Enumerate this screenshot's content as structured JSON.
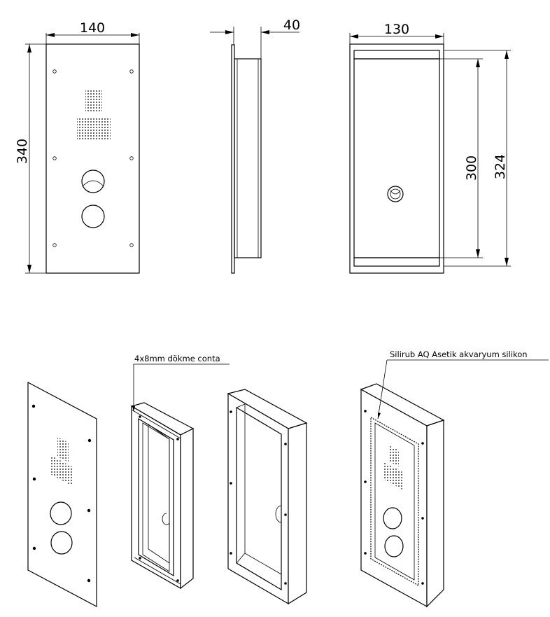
{
  "dimensions": {
    "front_width": "140",
    "front_height": "340",
    "side_depth": "40",
    "back_width": "130",
    "back_inner_height": "300",
    "back_outer_height": "324"
  },
  "callouts": {
    "gasket": "4x8mm dökme conta",
    "silicone": "Silirub AQ Asetik akvaryum silikon"
  }
}
